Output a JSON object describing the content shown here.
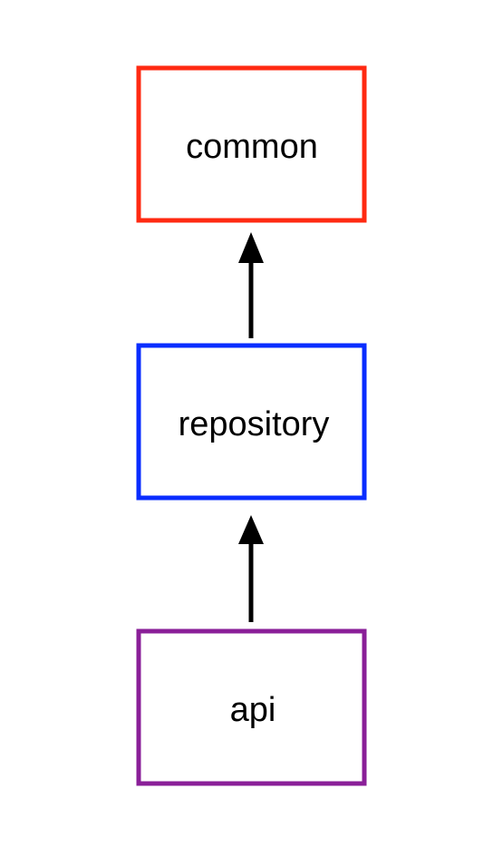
{
  "diagram": {
    "nodes": [
      {
        "id": "common",
        "label": "common",
        "border_color": "#ff2a12"
      },
      {
        "id": "repository",
        "label": "repository",
        "border_color": "#0a2dff"
      },
      {
        "id": "api",
        "label": "api",
        "border_color": "#8a1f98"
      }
    ],
    "edges": [
      {
        "from": "repository",
        "to": "common",
        "color": "#000000",
        "arrow": "arrow-up-icon"
      },
      {
        "from": "api",
        "to": "repository",
        "color": "#000000",
        "arrow": "arrow-up-icon"
      }
    ]
  }
}
